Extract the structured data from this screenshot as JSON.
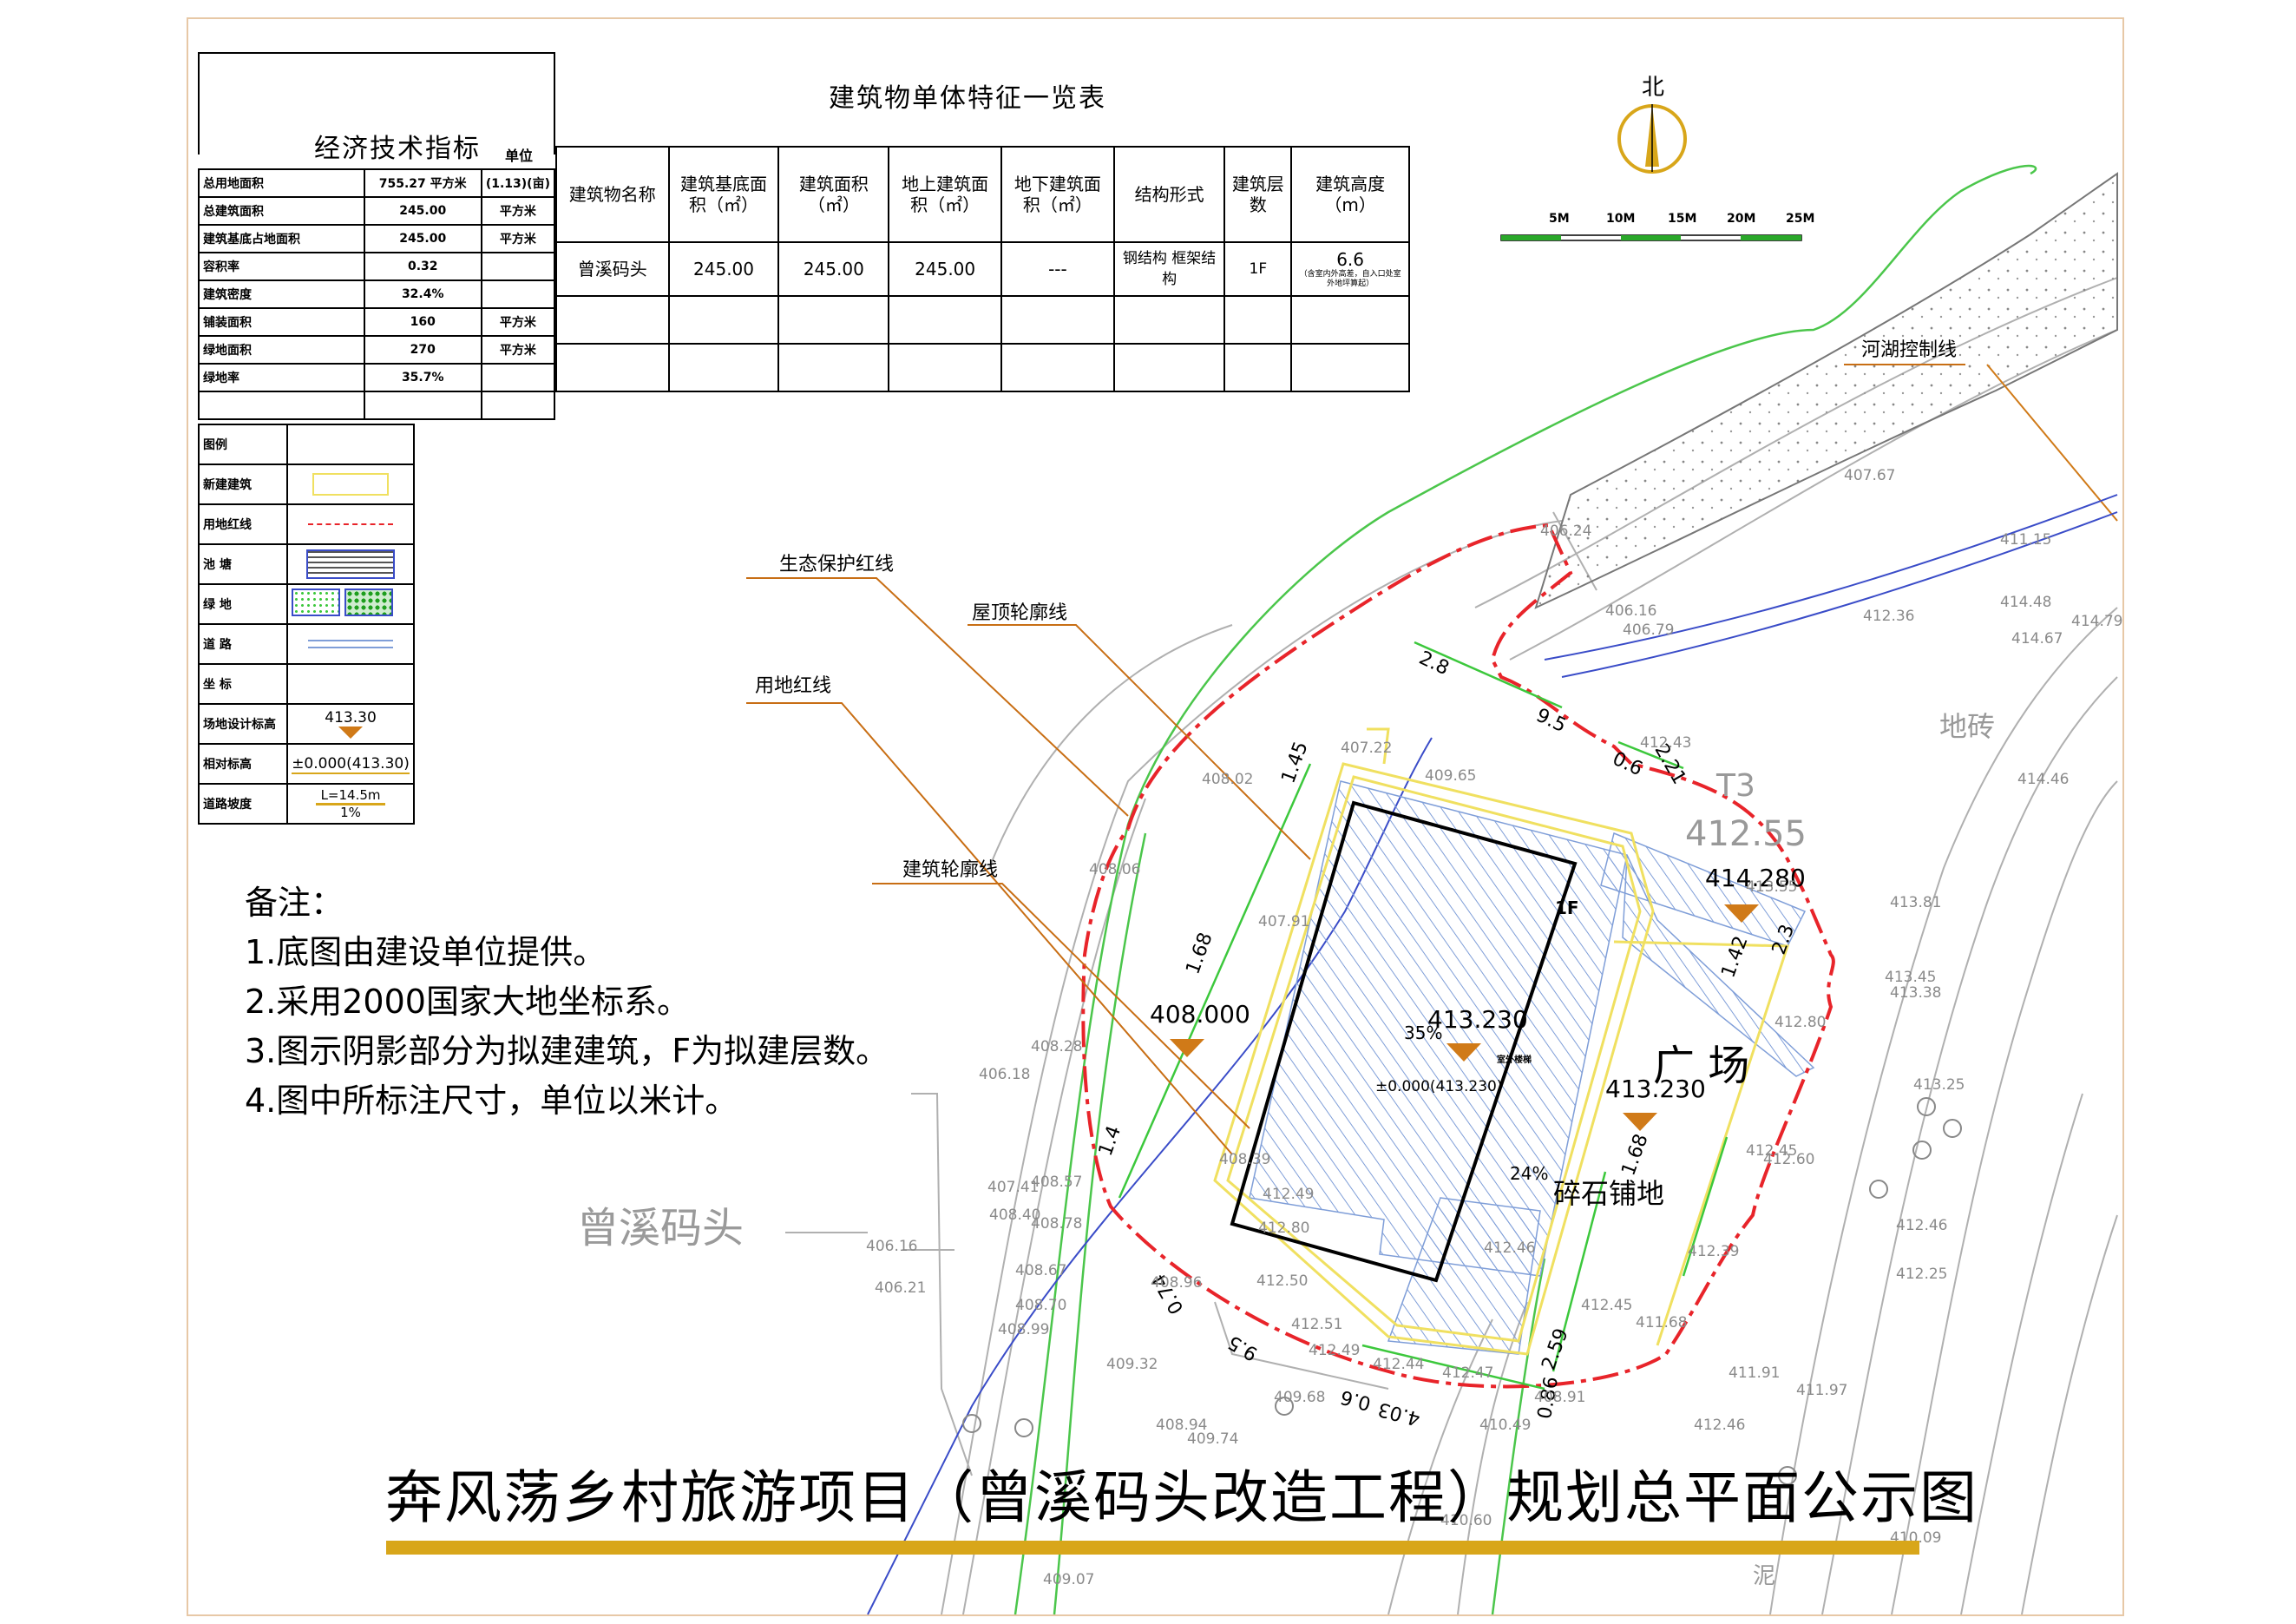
{
  "econ": {
    "title": "经济技术指标",
    "unit_header": "单位",
    "rows": [
      {
        "label": "总用地面积",
        "value": "755.27  平方米",
        "unit": "(1.13)(亩)"
      },
      {
        "label": "总建筑面积",
        "value": "245.00",
        "unit": "平方米"
      },
      {
        "label": "建筑基底占地面积",
        "value": "245.00",
        "unit": "平方米"
      },
      {
        "label": "容积率",
        "value": "0.32",
        "unit": ""
      },
      {
        "label": "建筑密度",
        "value": "32.4%",
        "unit": ""
      },
      {
        "label": "铺装面积",
        "value": "160",
        "unit": "平方米"
      },
      {
        "label": "绿地面积",
        "value": "270",
        "unit": "平方米"
      },
      {
        "label": "绿地率",
        "value": "35.7%",
        "unit": ""
      }
    ]
  },
  "buildings": {
    "title": "建筑物单体特征一览表",
    "headers": [
      "建筑物名称",
      "建筑基底面积（㎡）",
      "建筑面积（㎡）",
      "地上建筑面积（㎡）",
      "地下建筑面积（㎡）",
      "结构形式",
      "建筑层数",
      "建筑高度（m）"
    ],
    "row": {
      "name": "曾溪码头",
      "base_area": "245.00",
      "area": "245.00",
      "above": "245.00",
      "below": "---",
      "structure": "钢结构 框架结构",
      "floors": "1F",
      "height": "6.6",
      "height_note": "（含室内外高差，自入口处室外地坪算起）"
    }
  },
  "legend": {
    "title": "图例",
    "items": [
      {
        "label": "新建建筑"
      },
      {
        "label": "用地红线"
      },
      {
        "label": "池    塘"
      },
      {
        "label": "绿    地"
      },
      {
        "label": "道    路"
      },
      {
        "label": "坐    标"
      },
      {
        "label": "场地设计标高",
        "sample": "413.30"
      },
      {
        "label": "相对标高",
        "sample": "±0.000(413.30)"
      },
      {
        "label": "道路坡度",
        "sample_top": "L=14.5m",
        "sample_bottom": "1%"
      }
    ]
  },
  "north": {
    "label": "北"
  },
  "scale": {
    "ticks": [
      "5M",
      "10M",
      "15M",
      "20M",
      "25M"
    ]
  },
  "notes": {
    "heading": "备注：",
    "items": [
      "1.底图由建设单位提供。",
      "2.采用2000国家大地坐标系。",
      "3.图示阴影部分为拟建建筑，F为拟建层数。",
      "4.图中所标注尺寸，单位以米计。"
    ]
  },
  "map": {
    "callouts": {
      "eco": "生态保护红线",
      "roof": "屋顶轮廓线",
      "land": "用地红线",
      "bldg": "建筑轮廓线",
      "river": "河湖控制线"
    },
    "place_names": {
      "pier": "曾溪码头",
      "plaza": "广  场",
      "tiles": "地砖",
      "gravel": "碎石铺地",
      "mud": "泥"
    },
    "building_label": "1F",
    "outdoor_label": "室外楼梯",
    "levels": {
      "l1": "408.000",
      "l2": "413.230",
      "l3": "413.230",
      "l4": "414.280",
      "rel": "±0.000(413.230)",
      "slope1": "35%",
      "slope2": "24%",
      "t3": "T3",
      "big": "412.55"
    },
    "dims": {
      "d1": "1.45",
      "d2": "1.68",
      "d3": "1.4",
      "d4": "2.8",
      "d5": "9.5",
      "d6": "0.6",
      "d7": "2.21",
      "d8": "1.42",
      "d9": "2.3",
      "d10": "1.68",
      "d11": "2.59",
      "d12": "0.86",
      "d13": "4.03",
      "d14": "0.6",
      "d15": "9.5",
      "d16": "0.74"
    },
    "spot": {
      "s1": "406.24",
      "s2": "407.67",
      "s3": "411.15",
      "s4": "414.48",
      "s5": "414.79",
      "s6": "414.67",
      "s7": "406.16",
      "s8": "406.79",
      "s9": "412.36",
      "s10": "412.43",
      "s11": "414.46",
      "s12": "407.22",
      "s13": "409.65",
      "s14": "408.02",
      "s15": "408.06",
      "s16": "413.55",
      "s17": "413.81",
      "s18": "407.91",
      "s19": "413.45",
      "s20": "413.38",
      "s21": "412.80",
      "s22": "408.28",
      "s23": "406.18",
      "s24": "413.25",
      "s25": "408.39",
      "s26": "412.45",
      "s27": "412.60",
      "s28": "407.41",
      "s29": "408.57",
      "s30": "412.49",
      "s31": "408.40",
      "s32": "408.78",
      "s33": "412.80",
      "s34": "412.46",
      "s35": "412.46",
      "s36": "412.39",
      "s37": "406.16",
      "s38": "406.21",
      "s39": "408.67",
      "s40": "412.50",
      "s41": "412.25",
      "s42": "408.96",
      "s43": "412.45",
      "s44": "408.70",
      "s45": "412.51",
      "s46": "411.68",
      "s47": "408.99",
      "s48": "412.49",
      "s49": "412.44",
      "s50": "412.47",
      "s51": "409.32",
      "s52": "411.91",
      "s53": "411.97",
      "s54": "409.68",
      "s55": "408.91",
      "s56": "410.49",
      "s57": "408.94",
      "s58": "409.74",
      "s59": "412.46",
      "s60": "409.07",
      "s61": "410.60",
      "s62": "410.09"
    }
  },
  "footer": {
    "title": "奔风荡乡村旅游项目（曾溪码头改造工程）规划总平面公示图"
  },
  "colors": {
    "red": "#e8242a",
    "yellow": "#f0e060",
    "green": "#4bc64b",
    "orange": "#d07a18",
    "blue": "#3a4cc8",
    "gold": "#d8a61a"
  }
}
